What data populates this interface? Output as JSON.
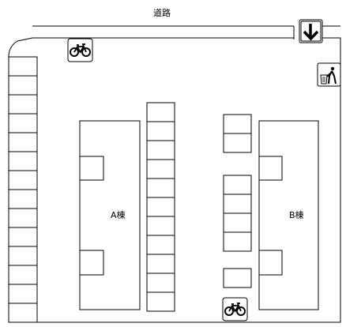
{
  "road": {
    "label": "道路"
  },
  "buildings": {
    "a": {
      "label": "A棟"
    },
    "b": {
      "label": "B棟"
    }
  },
  "icons": {
    "bicycle": "bicycle-icon",
    "entrance": "down-arrow-icon",
    "trash": "trash-disposal-icon"
  }
}
